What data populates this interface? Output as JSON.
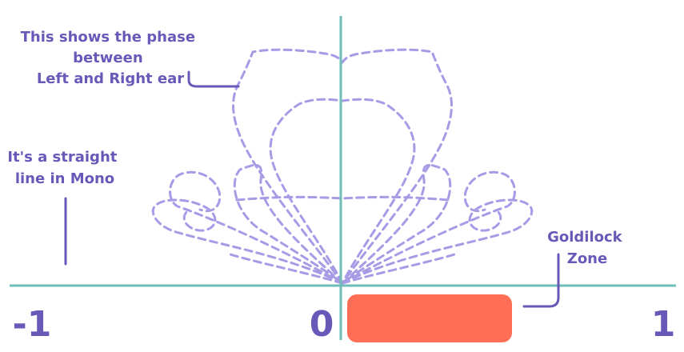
{
  "annotations": {
    "phase_note": [
      "This shows the phase",
      "between",
      "Left and Right ear"
    ],
    "mono_note": [
      "It's a straight",
      "line in Mono"
    ],
    "zone_note": [
      "Goldilock",
      "Zone"
    ]
  },
  "axis": {
    "tick_left": "-1",
    "tick_center": "0",
    "tick_right": "1"
  },
  "colors": {
    "axis": "#6fbcb8",
    "pattern": "#a79be6",
    "text": "#6a58b8",
    "zone": "#ff6e55"
  }
}
